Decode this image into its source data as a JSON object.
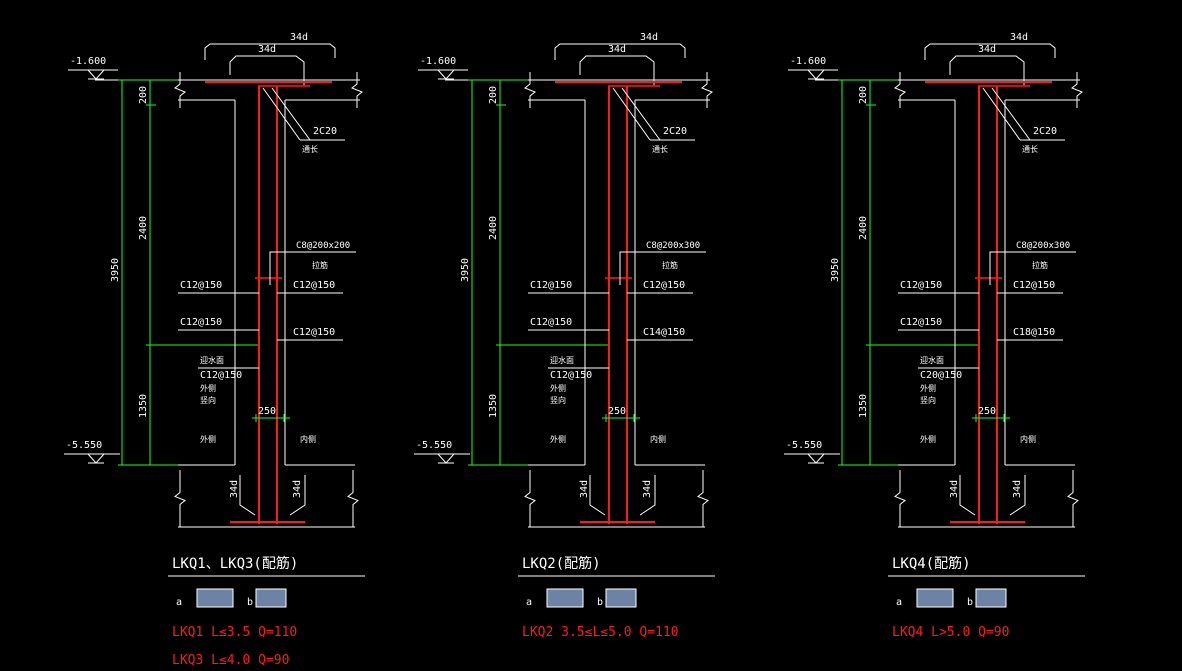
{
  "colors": {
    "background": "#000000",
    "outline": "#ffffff",
    "rebar": "#ff1a1a",
    "dimension": "#1aff1a",
    "caption_note": "#ff1a1a"
  },
  "sections": [
    {
      "elev_top": "-1.600",
      "elev_bottom": "-5.550",
      "dim_total": "3950",
      "dim_top": "200",
      "dim_mid": "2400",
      "dim_low": "1350",
      "anchor_outer": "34d",
      "anchor_inner": "34d",
      "anchor_bot_left": "34d",
      "anchor_bot_right": "34d",
      "top_bar": "2C20",
      "top_bar_note": "通长",
      "dist_bar": "C8@200x200",
      "dist_bar_note": "拉筋",
      "bar_left_1": "C12@150",
      "bar_left_2": "C12@150",
      "bar_right_1": "C12@150",
      "bar_right_2": "C12@150",
      "bar_left_note_a": "迎水面",
      "bar_left_3": "C12@150",
      "bar_left_note_b": "外侧",
      "bar_left_note_c": "竖向",
      "wall_thk": "250",
      "label_left": "外侧",
      "label_right": "内侧",
      "title": "LKQ1、LKQ3(配筋)",
      "legend_a": "a",
      "legend_b": "b",
      "notes": [
        "LKQ1 L≤3.5  Q=110",
        "LKQ3 L≤4.0  Q=90"
      ]
    },
    {
      "elev_top": "-1.600",
      "elev_bottom": "-5.550",
      "dim_total": "3950",
      "dim_top": "200",
      "dim_mid": "2400",
      "dim_low": "1350",
      "anchor_outer": "34d",
      "anchor_inner": "34d",
      "anchor_bot_left": "34d",
      "anchor_bot_right": "34d",
      "top_bar": "2C20",
      "top_bar_note": "通长",
      "dist_bar": "C8@200x300",
      "dist_bar_note": "拉筋",
      "bar_left_1": "C12@150",
      "bar_left_2": "C12@150",
      "bar_right_1": "C12@150",
      "bar_right_2": "C14@150",
      "bar_left_note_a": "迎水面",
      "bar_left_3": "C12@150",
      "bar_left_note_b": "外侧",
      "bar_left_note_c": "竖向",
      "wall_thk": "250",
      "label_left": "外侧",
      "label_right": "内侧",
      "title": "LKQ2(配筋)",
      "legend_a": "a",
      "legend_b": "b",
      "notes": [
        "LKQ2 3.5≤L≤5.0 Q=110"
      ]
    },
    {
      "elev_top": "-1.600",
      "elev_bottom": "-5.550",
      "dim_total": "3950",
      "dim_top": "200",
      "dim_mid": "2400",
      "dim_low": "1350",
      "anchor_outer": "34d",
      "anchor_inner": "34d",
      "anchor_bot_left": "34d",
      "anchor_bot_right": "34d",
      "top_bar": "2C20",
      "top_bar_note": "通长",
      "dist_bar": "C8@200x300",
      "dist_bar_note": "拉筋",
      "bar_left_1": "C12@150",
      "bar_left_2": "C12@150",
      "bar_right_1": "C12@150",
      "bar_right_2": "C18@150",
      "bar_left_note_a": "迎水面",
      "bar_left_3": "C20@150",
      "bar_left_note_b": "外侧",
      "bar_left_note_c": "竖向",
      "wall_thk": "250",
      "label_left": "外侧",
      "label_right": "内侧",
      "title": "LKQ4(配筋)",
      "legend_a": "a",
      "legend_b": "b",
      "notes": [
        "LKQ4 L>5.0 Q=90"
      ]
    }
  ]
}
